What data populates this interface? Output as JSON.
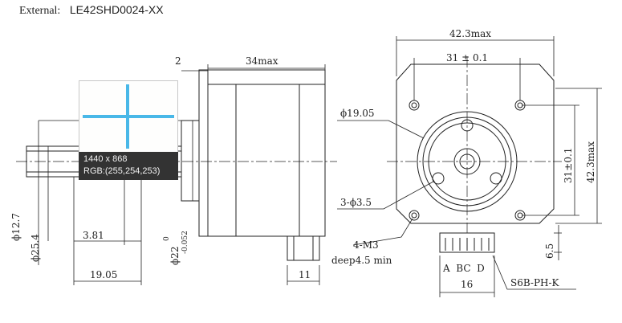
{
  "header": {
    "label": "External:",
    "model": "LE42SHD0024-XX"
  },
  "side_view": {
    "dim_flange": "2",
    "dim_body_length": "34max",
    "dim_shaft_dia": "ϕ12.7",
    "dim_boss_dia": "ϕ25.4",
    "dim_flat_length": "3.81",
    "dim_shaft_length": "19.05",
    "dim_pilot_dia": "ϕ22",
    "dim_pilot_tol_upper": "0",
    "dim_pilot_tol_lower": "-0.052",
    "dim_connector_length": "11"
  },
  "front_view": {
    "dim_width_max": "42.3max",
    "dim_hole_spacing_top": "31 ± 0.1",
    "dim_hole_spacing_side": "31±0.1",
    "dim_height_max": "42.3max",
    "dim_pilot_circle": "ϕ19.05",
    "dim_holes_small": "3-ϕ3.5",
    "dim_holes_mount": "4-M3",
    "dim_holes_depth": "deep4.5 min",
    "dim_connector_height": "6.5",
    "pin_labels": "A  BC  D",
    "dim_connector_width": "16",
    "connector_name": "S6B-PH-K"
  },
  "tooltip": {
    "size": "1440 x 868",
    "rgb": "RGB:(255,254,253)"
  },
  "colors": {
    "line": "#222222",
    "crosshair": "#49b8e8",
    "tooltip_bg": "#333333"
  }
}
